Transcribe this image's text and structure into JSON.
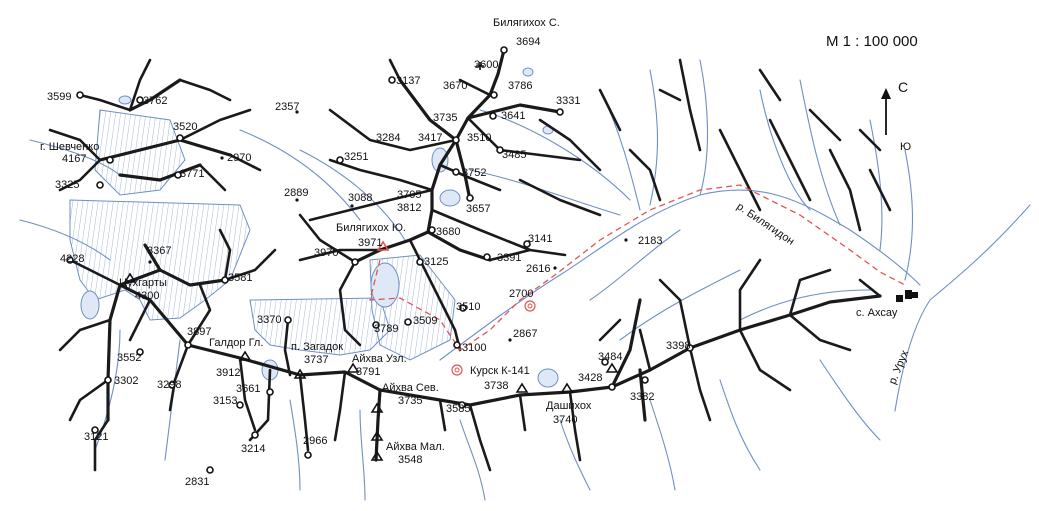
{
  "scale": "М 1 : 100 000",
  "north": {
    "n_label": "С",
    "s_label": "Ю"
  },
  "colors": {
    "ridge": "#1a1a1a",
    "river": "#6f8fc4",
    "trail": "#e0554f",
    "glacier": "#dfe8f6"
  },
  "icons": [
    "peak-circle",
    "pass-triangle",
    "dot",
    "camp-marker",
    "village-marker"
  ],
  "labels": [
    {
      "text": "Билягихох С.",
      "kind": "name"
    },
    {
      "text": "3694",
      "kind": "peak"
    },
    {
      "text": "3600",
      "kind": "pass"
    },
    {
      "text": "3670",
      "kind": "peak"
    },
    {
      "text": "3786",
      "kind": "peak"
    },
    {
      "text": "3331",
      "kind": "peak"
    },
    {
      "text": "3641",
      "kind": "peak"
    },
    {
      "text": "3137",
      "kind": "peak"
    },
    {
      "text": "3735",
      "kind": "peak"
    },
    {
      "text": "3510",
      "kind": "peak"
    },
    {
      "text": "3417",
      "kind": "peak"
    },
    {
      "text": "3284",
      "kind": "peak"
    },
    {
      "text": "3485",
      "kind": "peak"
    },
    {
      "text": "2357",
      "kind": "dot"
    },
    {
      "text": "3599",
      "kind": "peak"
    },
    {
      "text": "3762",
      "kind": "peak"
    },
    {
      "text": "3520",
      "kind": "peak"
    },
    {
      "text": "г. Шевченко",
      "kind": "name"
    },
    {
      "text": "4167",
      "kind": "peak"
    },
    {
      "text": "2970",
      "kind": "dot"
    },
    {
      "text": "3771",
      "kind": "peak"
    },
    {
      "text": "3325",
      "kind": "peak"
    },
    {
      "text": "3251",
      "kind": "peak"
    },
    {
      "text": "3752",
      "kind": "peak"
    },
    {
      "text": "2889",
      "kind": "dot"
    },
    {
      "text": "3088",
      "kind": "dot"
    },
    {
      "text": "3705",
      "kind": "pass"
    },
    {
      "text": "3812",
      "kind": "pass"
    },
    {
      "text": "3657",
      "kind": "peak"
    },
    {
      "text": "Билягихох Ю.",
      "kind": "name"
    },
    {
      "text": "3971",
      "kind": "pass"
    },
    {
      "text": "3680",
      "kind": "peak"
    },
    {
      "text": "3141",
      "kind": "peak"
    },
    {
      "text": "2183",
      "kind": "dot"
    },
    {
      "text": "3970",
      "kind": "peak"
    },
    {
      "text": "3125",
      "kind": "peak"
    },
    {
      "text": "3391",
      "kind": "peak"
    },
    {
      "text": "2616",
      "kind": "dot"
    },
    {
      "text": "4228",
      "kind": "peak"
    },
    {
      "text": "3367",
      "kind": "dot"
    },
    {
      "text": "Цухгарты",
      "kind": "name"
    },
    {
      "text": "4300",
      "kind": "peak"
    },
    {
      "text": "3581",
      "kind": "peak"
    },
    {
      "text": "2700",
      "kind": "camp"
    },
    {
      "text": "3510",
      "kind": "peak"
    },
    {
      "text": "3509",
      "kind": "peak"
    },
    {
      "text": "3370",
      "kind": "peak"
    },
    {
      "text": "3789",
      "kind": "peak"
    },
    {
      "text": "2867",
      "kind": "dot"
    },
    {
      "text": "3897",
      "kind": "peak"
    },
    {
      "text": "Галдор Гл.",
      "kind": "name"
    },
    {
      "text": "п. Загадок",
      "kind": "name"
    },
    {
      "text": "3737",
      "kind": "pass"
    },
    {
      "text": "3100",
      "kind": "peak"
    },
    {
      "text": "3552",
      "kind": "peak"
    },
    {
      "text": "Айхва Узл.",
      "kind": "name"
    },
    {
      "text": "3791",
      "kind": "pass"
    },
    {
      "text": "3302",
      "kind": "peak"
    },
    {
      "text": "3912",
      "kind": "pass"
    },
    {
      "text": "3298",
      "kind": "peak"
    },
    {
      "text": "3661",
      "kind": "peak"
    },
    {
      "text": "Курск К-141",
      "kind": "name"
    },
    {
      "text": "3738",
      "kind": "pass"
    },
    {
      "text": "3484",
      "kind": "peak"
    },
    {
      "text": "3398",
      "kind": "peak"
    },
    {
      "text": "Айхва Сев.",
      "kind": "name"
    },
    {
      "text": "3735",
      "kind": "pass"
    },
    {
      "text": "3153",
      "kind": "peak"
    },
    {
      "text": "3428",
      "kind": "peak"
    },
    {
      "text": "3585",
      "kind": "peak"
    },
    {
      "text": "Дашихох",
      "kind": "name"
    },
    {
      "text": "3740",
      "kind": "pass"
    },
    {
      "text": "3382",
      "kind": "peak"
    },
    {
      "text": "3121",
      "kind": "peak"
    },
    {
      "text": "2966",
      "kind": "peak"
    },
    {
      "text": "3214",
      "kind": "peak"
    },
    {
      "text": "Айхва Мал.",
      "kind": "name"
    },
    {
      "text": "3548",
      "kind": "pass"
    },
    {
      "text": "2831",
      "kind": "peak"
    },
    {
      "text": "р. Билягидон",
      "kind": "river"
    },
    {
      "text": "с. Ахсау",
      "kind": "village"
    },
    {
      "text": "р. Урух",
      "kind": "river"
    }
  ]
}
